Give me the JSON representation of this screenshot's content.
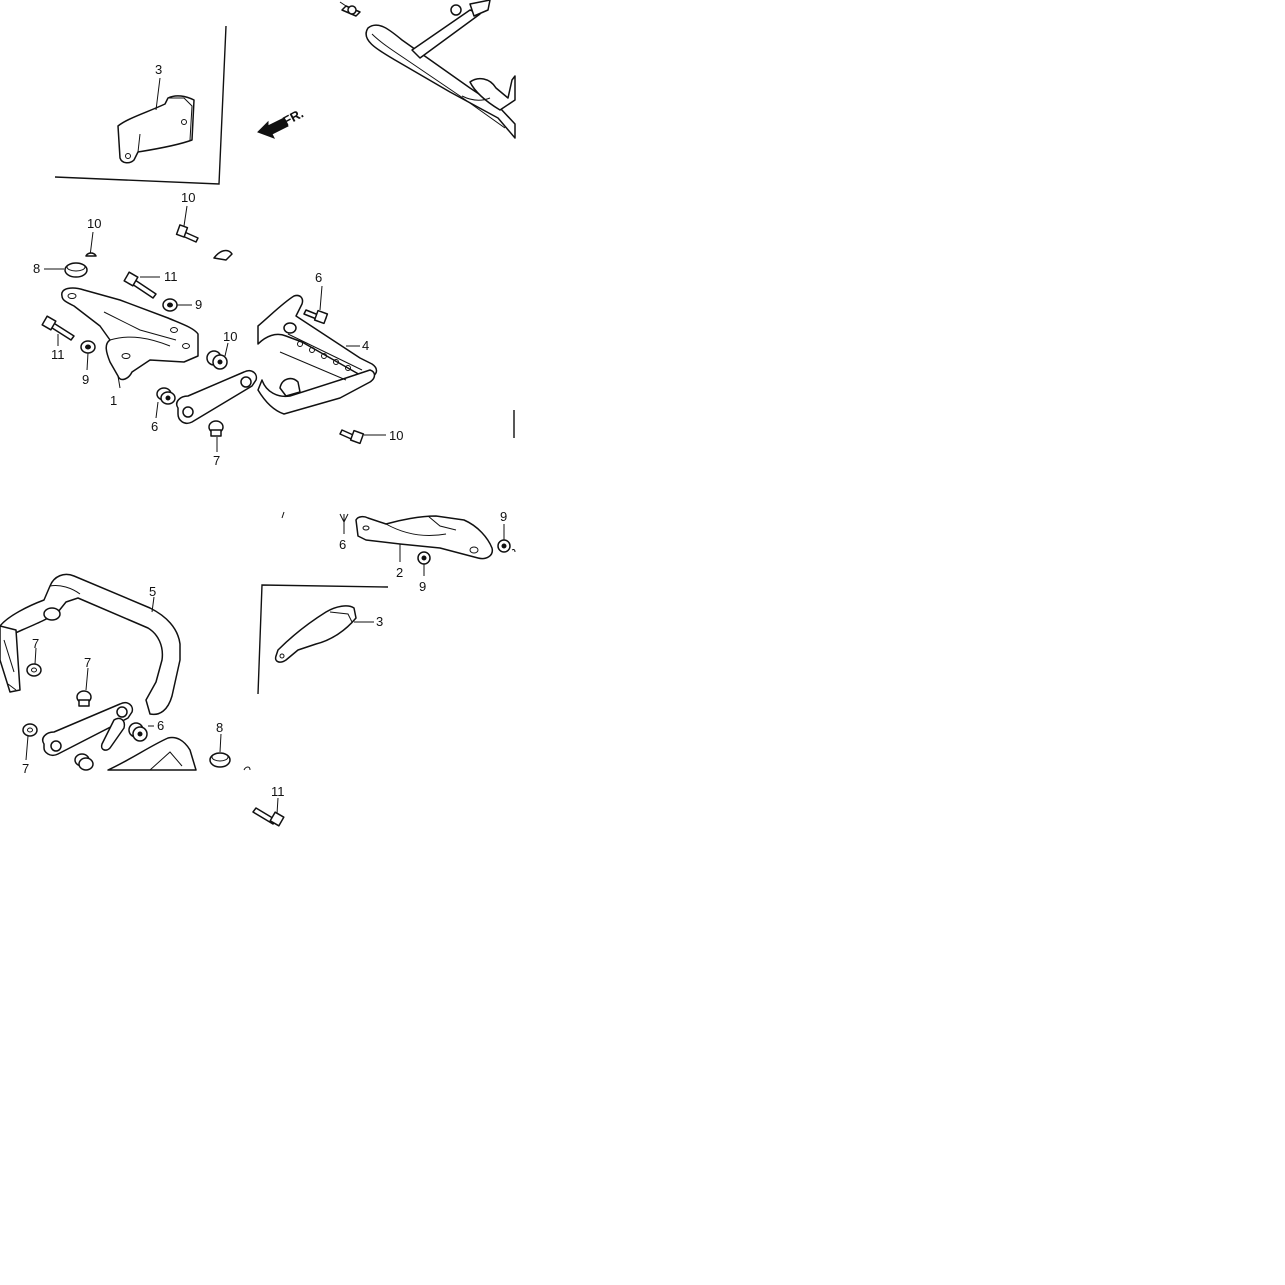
{
  "diagram": {
    "direction_label": "FR.",
    "callouts": [
      {
        "key": "c3_top",
        "text": "3"
      },
      {
        "key": "c10_a",
        "text": "10"
      },
      {
        "key": "c10_b",
        "text": "10"
      },
      {
        "key": "c8_a",
        "text": "8"
      },
      {
        "key": "c11_a",
        "text": "11"
      },
      {
        "key": "c9_a",
        "text": "9"
      },
      {
        "key": "c10_c",
        "text": "10"
      },
      {
        "key": "c6_a",
        "text": "6"
      },
      {
        "key": "c4",
        "text": "4"
      },
      {
        "key": "c11_b",
        "text": "11"
      },
      {
        "key": "c9_b",
        "text": "9"
      },
      {
        "key": "c1",
        "text": "1"
      },
      {
        "key": "c6_b",
        "text": "6"
      },
      {
        "key": "c7_a",
        "text": "7"
      },
      {
        "key": "c10_d",
        "text": "10"
      },
      {
        "key": "c9_c",
        "text": "9"
      },
      {
        "key": "c6_c",
        "text": "6"
      },
      {
        "key": "c2",
        "text": "2"
      },
      {
        "key": "c9_d",
        "text": "9"
      },
      {
        "key": "c5",
        "text": "5"
      },
      {
        "key": "c3_bot",
        "text": "3"
      },
      {
        "key": "c7_b",
        "text": "7"
      },
      {
        "key": "c7_c",
        "text": "7"
      },
      {
        "key": "c6_d",
        "text": "6"
      },
      {
        "key": "c8_b",
        "text": "8"
      },
      {
        "key": "c7_d",
        "text": "7"
      },
      {
        "key": "c11_c",
        "text": "11"
      }
    ]
  }
}
